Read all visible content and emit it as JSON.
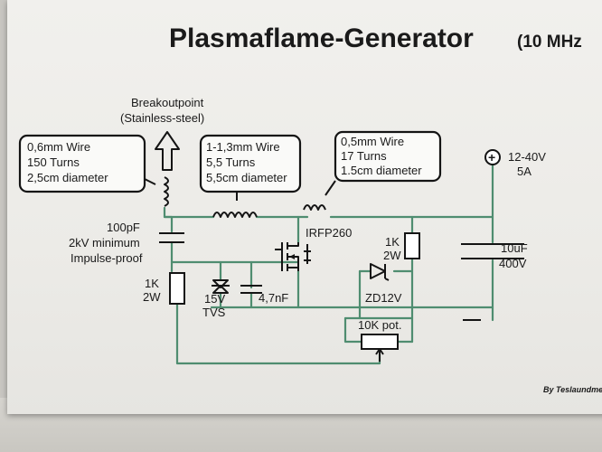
{
  "title": "Plasmaflame-Generator",
  "title_suffix": "(10 MHz",
  "breakout": {
    "line1": "Breakoutpoint",
    "line2": "(Stainless-steel)"
  },
  "coil1": {
    "line1": "0,6mm Wire",
    "line2": "150 Turns",
    "line3": "2,5cm diameter"
  },
  "coil2": {
    "line1": "1-1,3mm Wire",
    "line2": "5,5 Turns",
    "line3": "5,5cm diameter"
  },
  "coil3": {
    "line1": "0,5mm Wire",
    "line2": "17 Turns",
    "line3": "1.5cm diameter"
  },
  "supply": {
    "symbol": "+",
    "voltage": "12-40V",
    "current": "5A"
  },
  "cap_hv": {
    "value": "100pF",
    "rating": "2kV minimum",
    "note": "Impulse-proof"
  },
  "resistor_left": {
    "value": "1K",
    "power": "2W"
  },
  "tvs": {
    "value": "15V",
    "type": "TVS"
  },
  "cap_small": {
    "value": "4,7nF"
  },
  "mosfet": {
    "label": "IRFP260"
  },
  "resistor_right": {
    "value": "1K",
    "power": "2W"
  },
  "zener": {
    "label": "ZD12V"
  },
  "pot": {
    "label": "10K pot."
  },
  "cap_bulk": {
    "value": "10uF",
    "voltage": "400V"
  },
  "credit": "By Teslaundme",
  "colors": {
    "wire": "#4f8d70",
    "ink": "#141414",
    "paper": "#efeeea"
  }
}
